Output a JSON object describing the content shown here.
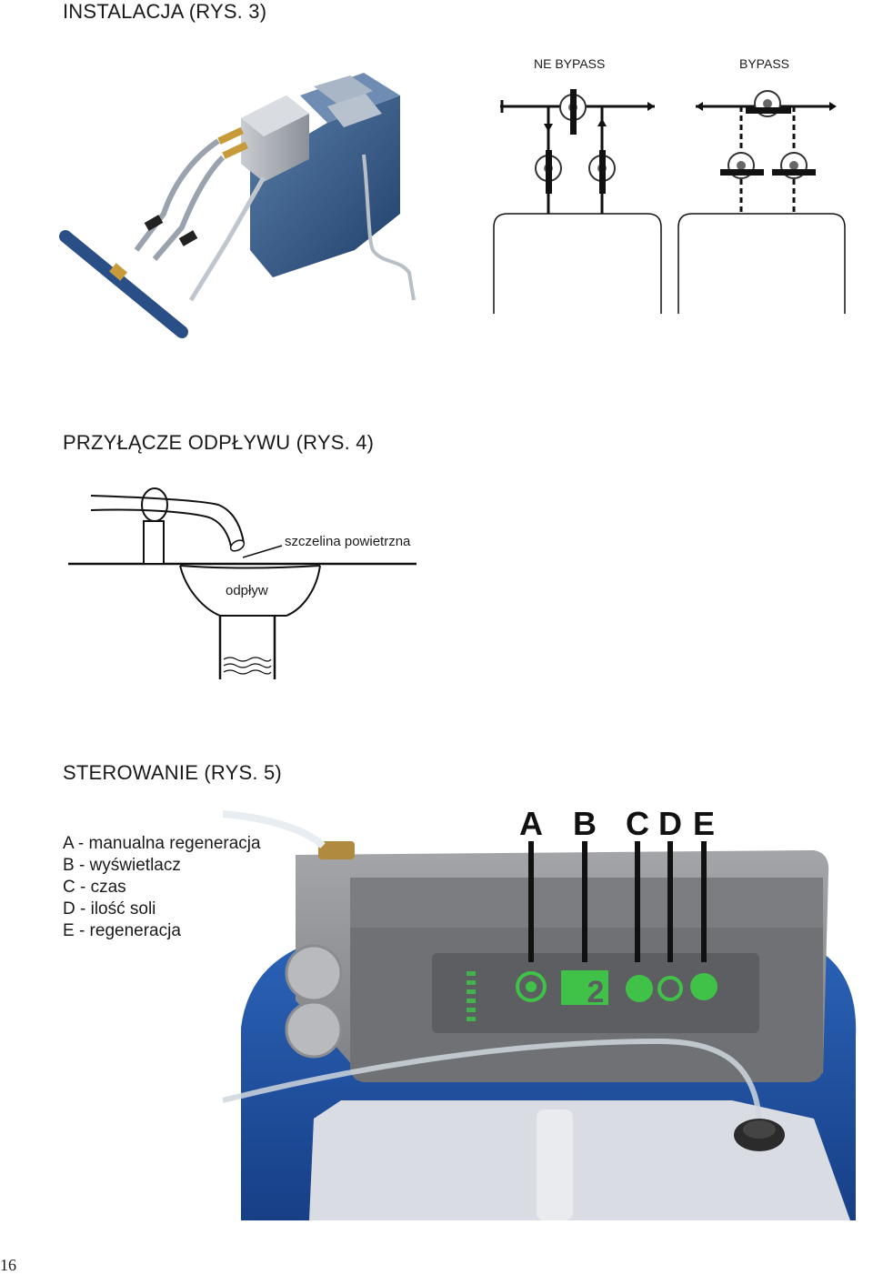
{
  "sections": {
    "installation": {
      "title": "INSTALACJA (RYS. 3)"
    },
    "drain": {
      "title": "PRZYŁĄCZE ODPŁYWU (RYS. 4)"
    },
    "control": {
      "title": "STEROWANIE (RYS. 5)"
    }
  },
  "bypass_diagram": {
    "left_label": "NE BYPASS",
    "right_label": "BYPASS"
  },
  "drain_diagram": {
    "air_gap_label": "szczelina powietrzna",
    "drain_label": "odpływ"
  },
  "control_legend": {
    "items": [
      "A - manualna regeneracja",
      "B - wyświetlacz",
      "C - czas",
      "D - ilość soli",
      "E - regeneracja"
    ],
    "letters": [
      "A",
      "B",
      "C",
      "D",
      "E"
    ],
    "display_digit": "2"
  },
  "page": {
    "number": "16"
  },
  "colors": {
    "text": "#1a1a1a",
    "softener_blue": "#1f4f9a",
    "panel_gray": "#8d8f93",
    "indicator_green": "#3fc247"
  }
}
